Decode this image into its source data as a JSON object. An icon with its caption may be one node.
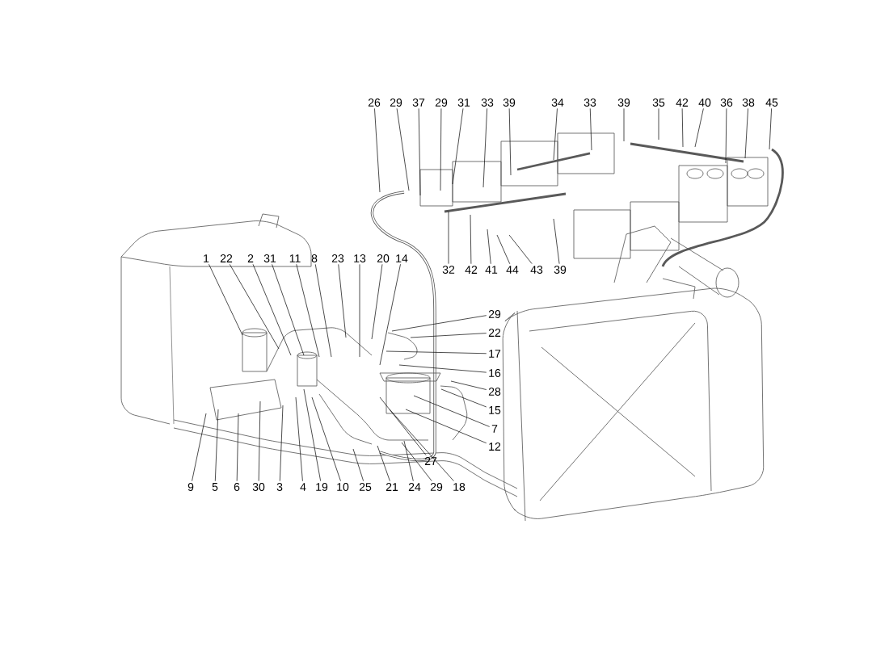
{
  "diagram": {
    "nodes": [
      {
        "text": [
          "26"
        ]
      },
      {
        "text": [
          "29"
        ]
      },
      {
        "text": [
          "37"
        ]
      },
      {
        "text": [
          "29"
        ]
      },
      {
        "text": [
          "31"
        ]
      },
      {
        "text": [
          "33"
        ]
      },
      {
        "text": [
          "39"
        ]
      },
      {
        "text": [
          "34"
        ]
      },
      {
        "text": [
          "33"
        ]
      },
      {
        "text": [
          "39"
        ]
      },
      {
        "text": [
          "35"
        ]
      },
      {
        "text": [
          "42"
        ]
      },
      {
        "text": [
          "40"
        ]
      },
      {
        "text": [
          "36"
        ]
      },
      {
        "text": [
          "38"
        ]
      },
      {
        "text": [
          "45"
        ]
      },
      {
        "text": [
          "32"
        ]
      },
      {
        "text": [
          "42"
        ]
      },
      {
        "text": [
          "41"
        ]
      },
      {
        "text": [
          "44"
        ]
      },
      {
        "text": [
          "43"
        ]
      },
      {
        "text": [
          "39"
        ]
      },
      {
        "text": [
          "1"
        ]
      },
      {
        "text": [
          "22"
        ]
      },
      {
        "text": [
          "2"
        ]
      },
      {
        "text": [
          "31"
        ]
      },
      {
        "text": [
          "11"
        ]
      },
      {
        "text": [
          "8"
        ]
      },
      {
        "text": [
          "23"
        ]
      },
      {
        "text": [
          "13"
        ]
      },
      {
        "text": [
          "20"
        ]
      },
      {
        "text": [
          "14"
        ]
      },
      {
        "text": [
          "29"
        ]
      },
      {
        "text": [
          "22"
        ]
      },
      {
        "text": [
          "17"
        ]
      },
      {
        "text": [
          "16"
        ]
      },
      {
        "text": [
          "28"
        ]
      },
      {
        "text": [
          "15"
        ]
      },
      {
        "text": [
          "7"
        ]
      },
      {
        "text": [
          "12"
        ]
      },
      {
        "text": [
          "27"
        ]
      },
      {
        "text": [
          "9"
        ]
      },
      {
        "text": [
          "5"
        ]
      },
      {
        "text": [
          "6"
        ]
      },
      {
        "text": [
          "30"
        ]
      },
      {
        "text": [
          "3"
        ]
      },
      {
        "text": [
          "4"
        ]
      },
      {
        "text": [
          "19"
        ]
      },
      {
        "text": [
          "10"
        ]
      },
      {
        "text": [
          "25"
        ]
      },
      {
        "text": [
          "21"
        ]
      },
      {
        "text": [
          "24"
        ]
      },
      {
        "text": [
          "29"
        ]
      },
      {
        "text": [
          "18"
        ]
      }
    ],
    "edges": [
      {
        "from": 0,
        "to": null,
        "arrow": "none"
      },
      {
        "from": 1,
        "to": null,
        "arrow": "none"
      },
      {
        "from": 2,
        "to": null,
        "arrow": "none"
      },
      {
        "from": 3,
        "to": null,
        "arrow": "none"
      },
      {
        "from": 4,
        "to": null,
        "arrow": "none"
      },
      {
        "from": 5,
        "to": null,
        "arrow": "none"
      },
      {
        "from": 6,
        "to": null,
        "arrow": "none"
      },
      {
        "from": 7,
        "to": null,
        "arrow": "none"
      },
      {
        "from": 8,
        "to": null,
        "arrow": "none"
      },
      {
        "from": 9,
        "to": null,
        "arrow": "none"
      },
      {
        "from": 10,
        "to": null,
        "arrow": "none"
      },
      {
        "from": 11,
        "to": null,
        "arrow": "none"
      },
      {
        "from": 12,
        "to": null,
        "arrow": "none"
      },
      {
        "from": 13,
        "to": null,
        "arrow": "none"
      },
      {
        "from": 14,
        "to": null,
        "arrow": "none"
      },
      {
        "from": 15,
        "to": null,
        "arrow": "none"
      },
      {
        "from": 16,
        "to": null,
        "arrow": "none"
      },
      {
        "from": 17,
        "to": null,
        "arrow": "none"
      },
      {
        "from": 18,
        "to": null,
        "arrow": "none"
      },
      {
        "from": 19,
        "to": null,
        "arrow": "none"
      },
      {
        "from": 20,
        "to": null,
        "arrow": "none"
      },
      {
        "from": 21,
        "to": null,
        "arrow": "none"
      },
      {
        "from": 22,
        "to": null,
        "arrow": "none"
      },
      {
        "from": 23,
        "to": null,
        "arrow": "none"
      },
      {
        "from": 24,
        "to": null,
        "arrow": "none"
      },
      {
        "from": 25,
        "to": null,
        "arrow": "none"
      },
      {
        "from": 26,
        "to": null,
        "arrow": "none"
      },
      {
        "from": 27,
        "to": null,
        "arrow": "none"
      },
      {
        "from": 28,
        "to": null,
        "arrow": "none"
      },
      {
        "from": 29,
        "to": null,
        "arrow": "none"
      },
      {
        "from": 30,
        "to": null,
        "arrow": "none"
      },
      {
        "from": 31,
        "to": null,
        "arrow": "none"
      },
      {
        "from": 32,
        "to": null,
        "arrow": "none"
      },
      {
        "from": 33,
        "to": null,
        "arrow": "none"
      },
      {
        "from": 34,
        "to": null,
        "arrow": "none"
      },
      {
        "from": 35,
        "to": null,
        "arrow": "none"
      },
      {
        "from": 36,
        "to": null,
        "arrow": "none"
      },
      {
        "from": 37,
        "to": null,
        "arrow": "none"
      },
      {
        "from": 38,
        "to": null,
        "arrow": "none"
      },
      {
        "from": 39,
        "to": null,
        "arrow": "none"
      },
      {
        "from": 40,
        "to": null,
        "arrow": "none"
      },
      {
        "from": 41,
        "to": null,
        "arrow": "none"
      },
      {
        "from": 42,
        "to": null,
        "arrow": "none"
      },
      {
        "from": 43,
        "to": null,
        "arrow": "none"
      },
      {
        "from": 44,
        "to": null,
        "arrow": "none"
      },
      {
        "from": 45,
        "to": null,
        "arrow": "none"
      },
      {
        "from": 46,
        "to": null,
        "arrow": "none"
      },
      {
        "from": 47,
        "to": null,
        "arrow": "none"
      },
      {
        "from": 48,
        "to": null,
        "arrow": "none"
      },
      {
        "from": 49,
        "to": null,
        "arrow": "none"
      },
      {
        "from": 50,
        "to": null,
        "arrow": "none"
      },
      {
        "from": 51,
        "to": null,
        "arrow": "none"
      },
      {
        "from": 52,
        "to": null,
        "arrow": "none"
      },
      {
        "from": 53,
        "to": null,
        "arrow": "none"
      }
    ]
  }
}
